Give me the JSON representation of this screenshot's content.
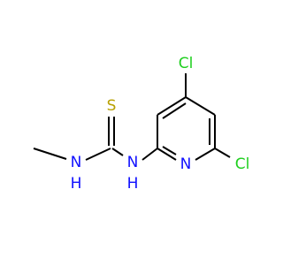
{
  "colors": {
    "bond": "#000000",
    "nitrogen": "#1010ff",
    "sulfur": "#b8a000",
    "chlorine": "#1fcf1f"
  },
  "atoms": {
    "s": "S",
    "nh_left": "N",
    "h_left": "H",
    "nh_right": "N",
    "h_right": "H",
    "n_ring": "N",
    "cl_top": "Cl",
    "cl_right": "Cl"
  }
}
